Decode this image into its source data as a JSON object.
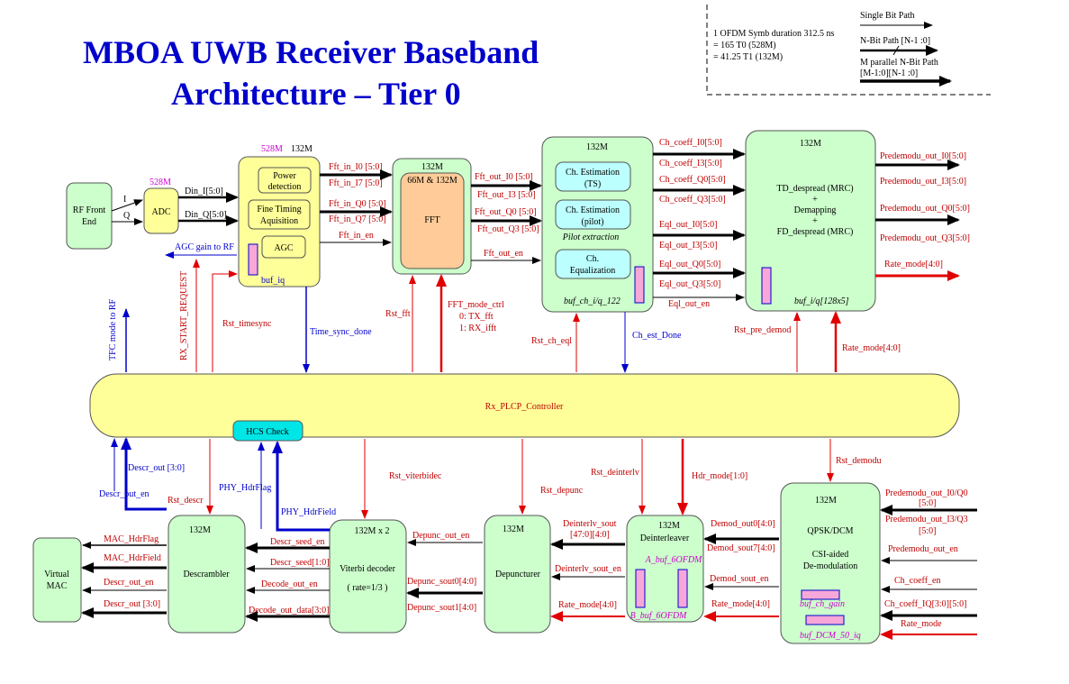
{
  "title": {
    "line1": "MBOA UWB Receiver Baseband",
    "line2": "Architecture – Tier 0"
  },
  "legend": {
    "note1": "1 OFDM Symb duration 312.5 ns",
    "note2": "= 165 T0 (528M)",
    "note3": "= 41.25 T1 (132M)",
    "single": "Single Bit Path",
    "nbit": "N-Bit Path [N-1 :0]",
    "mpar1": "M parallel N-Bit Path",
    "mpar2": "[M-1:0][N-1 :0]"
  },
  "blocks": {
    "rf": {
      "l1": "RF Front",
      "l2": "End"
    },
    "adc": {
      "label": "ADC",
      "clk": "528M"
    },
    "timing": {
      "clk1": "528M",
      "clk2": "132M",
      "power1": "Power",
      "power2": "detection",
      "fine1": "Fine Timing",
      "fine2": "Aquisition",
      "agc": "AGC",
      "buf": "buf_iq"
    },
    "fft": {
      "clk": "132M",
      "inner": "66M & 132M",
      "label": "FFT"
    },
    "chest": {
      "clk": "132M",
      "ts1": "Ch. Estimation",
      "ts2": "(TS)",
      "pilot1": "Ch. Estimation",
      "pilot2": "(pilot)",
      "pilotx": "Pilot extraction",
      "eq1": "Ch.",
      "eq2": "Equalization",
      "buf": "buf_ch_i/q_122"
    },
    "despread": {
      "clk": "132M",
      "l1": "TD_despread (MRC)",
      "plus1": "+",
      "l2": "Demapping",
      "plus2": "+",
      "l3": "FD_despread (MRC)",
      "buf": "buf_i/q[128x5]"
    },
    "ctrl": {
      "label": "Rx_PLCP_Controller",
      "hcs": "HCS Check"
    },
    "vmac": {
      "l1": "Virtual",
      "l2": "MAC"
    },
    "descr": {
      "clk": "132M",
      "label": "Descrambler"
    },
    "viterbi": {
      "clk": "132M x 2",
      "label": "Viterbi decoder",
      "rate": "( rate=1/3 )"
    },
    "depunc": {
      "clk": "132M",
      "label": "Depuncturer"
    },
    "deint": {
      "clk": "132M",
      "label": "Deinterleaver",
      "bufa": "A_buf_6OFDM",
      "bufb": "B_buf_6OFDM"
    },
    "qpsk": {
      "clk": "132M",
      "l1": "QPSK/DCM",
      "l2": "CSI-aided",
      "l3": "De-modulation",
      "buf1": "buf_ch_gain",
      "buf2": "buf_DCM_50_iq"
    }
  },
  "signals": {
    "din_i": "Din_I[5:0]",
    "din_q": "Din_Q[5:0]",
    "i": "I",
    "q": "Q",
    "agc_gain": "AGC gain to RF",
    "fft_in_i0": "Fft_in_I0 [5:0]",
    "fft_in_i7": "Fft_in_I7 [5:0]",
    "fft_in_q0": "Fft_in_Q0 [5:0]",
    "fft_in_q7": "Fft_in_Q7 [5:0]",
    "fft_in_en": "Fft_in_en",
    "fft_out_i0": "Fft_out_I0 [5:0]",
    "fft_out_i3": "Fft_out_I3 [5:0]",
    "fft_out_q0": "Fft_out_Q0 [5:0]",
    "fft_out_q3": "Fft_out_Q3 [5:0]",
    "fft_out_en": "Fft_out_en",
    "ch_coeff_i0": "Ch_coeff_I0[5:0]",
    "ch_coeff_i3": "Ch_coeff_I3[5:0]",
    "ch_coeff_q0": "Ch_coeff_Q0[5:0]",
    "ch_coeff_q3": "Ch_coeff_Q3[5:0]",
    "eql_i0": "Eql_out_I0[5:0]",
    "eql_i3": "Eql_out_I3[5:0]",
    "eql_q0": "Eql_out_Q0[5:0]",
    "eql_q3": "Eql_out_Q3[5:0]",
    "eql_en": "Eql_out_en",
    "pd_i0": "Predemodu_out_I0[5:0]",
    "pd_i3": "Predemodu_out_I3[5:0]",
    "pd_q0": "Predemodu_out_Q0[5:0]",
    "pd_q3": "Predemodu_out_Q3[5:0]",
    "rate_mode": "Rate_mode[4:0]",
    "tfc": "TFC mode to RF",
    "rx_start": "RX_START_REQUEST",
    "rst_timesync": "Rst_timesync",
    "time_sync": "Time_sync_done",
    "rst_fft": "Rst_fft",
    "fft_mode": "FFT_mode_ctrl",
    "fft_mode0": "0:  TX_fft",
    "fft_mode1": "1:  RX_ifft",
    "rst_ch_eql": "Rst_ch_eql",
    "ch_est_done": "Ch_est_Done",
    "rst_pre_demod": "Rst_pre_demod",
    "rate_mode_up": "Rate_mode[4:0]",
    "descr_out": "Descr_out [3:0]",
    "descr_out_en": "Descr_out_en",
    "rst_descr": "Rst_descr",
    "phy_hdrflag": "PHY_HdrFlag",
    "phy_hdrfield": "PHY_HdrField",
    "rst_viterbi": "Rst_viterbidec",
    "rst_depunc": "Rst_depunc",
    "rst_deint": "Rst_deinterlv",
    "hdr_mode": "Hdr_mode[1:0]",
    "rst_demodu": "Rst_demodu",
    "mac_hdrflag": "MAC_HdrFlag",
    "mac_hdrfield": "MAC_HdrField",
    "descr_out_en2": "Descr_out_en",
    "descr_out2": "Descr_out [3:0]",
    "descr_seed_en": "Descr_seed_en",
    "descr_seed": "Descr_seed[1:0]",
    "decode_out_en": "Decode_out_en",
    "decode_out_data": "Decode_out_data[3:0]",
    "depunc_out_en": "Depunc_out_en",
    "depunc_sout0": "Depunc_sout0[4:0]",
    "depunc_sout1": "Depunc_sout1[4:0]",
    "deint_sout": "Deinterlv_sout",
    "deint_sout2": "[47:0][4:0]",
    "deint_sout_en": "Deinterlv_sout_en",
    "rate_mode_b1": "Rate_mode[4:0]",
    "rate_mode_b2": "Rate_mode[4:0]",
    "demod_out0": "Demod_out0[4:0]",
    "demod_sout7": "Demod_sout7[4:0]",
    "demod_sout_en": "Demod_sout_en",
    "pdin_i0": "Predemodu_out_I0/Q0",
    "pdin_i0b": "[5:0]",
    "pdin_i3": "Predemodu_out_I3/Q3",
    "pdin_i3b": "[5:0]",
    "pdin_en": "Predemodu_out_en",
    "ch_coeff_en": "Ch_coeff_en",
    "ch_coeff_iq": "Ch_coeff_IQ[3:0][5:0]",
    "rate_mode_in": "Rate_mode"
  }
}
